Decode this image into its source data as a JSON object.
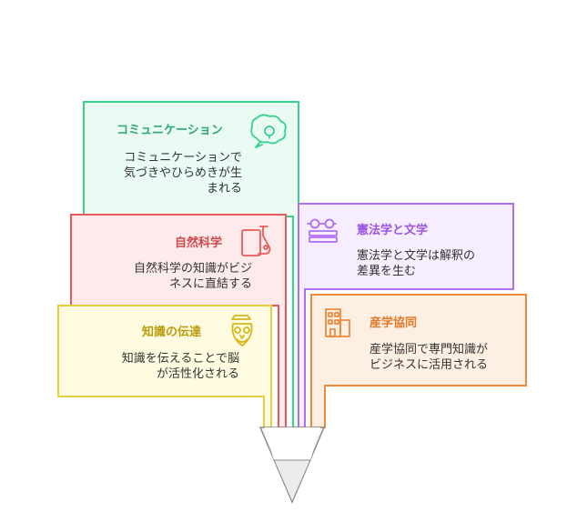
{
  "colors": {
    "green": "#3bd18c",
    "green_fill": "#e9fbf2",
    "green_text": "#2fa874",
    "red": "#e85a5a",
    "red_fill": "#fdeaea",
    "red_text": "#d04a4a",
    "purple": "#b06ff0",
    "purple_fill": "#f6edfe",
    "purple_text": "#9b55e0",
    "yellow": "#e6cf3a",
    "yellow_fill": "#fefbe0",
    "yellow_text": "#b99c10",
    "orange": "#ee8a3c",
    "orange_fill": "#feefe3",
    "orange_text": "#e07a2a",
    "funnel": "#8a8a8a"
  },
  "items": [
    {
      "key": "communication",
      "title": "コミュニケーション",
      "body": [
        "コミュニケーションで",
        "気づきやひらめきが生",
        "まれる"
      ],
      "icon": "speech-bubble-icon"
    },
    {
      "key": "natural_science",
      "title": "自然科学",
      "body": [
        "自然科学の知識がビジ",
        "ネスに直結する"
      ],
      "icon": "flask-icon"
    },
    {
      "key": "knowledge_transfer",
      "title": "知識の伝達",
      "body": [
        "知識を伝えることで脳",
        "が活性化される"
      ],
      "icon": "owl-icon"
    },
    {
      "key": "constitution_literature",
      "title": "憲法学と文学",
      "body": [
        "憲法学と文学は解釈の",
        "差異を生む"
      ],
      "icon": "glasses-book-icon"
    },
    {
      "key": "industry_academia",
      "title": "産学協同",
      "body": [
        "産学協同で専門知識が",
        "ビジネスに活用される"
      ],
      "icon": "building-icon"
    }
  ]
}
